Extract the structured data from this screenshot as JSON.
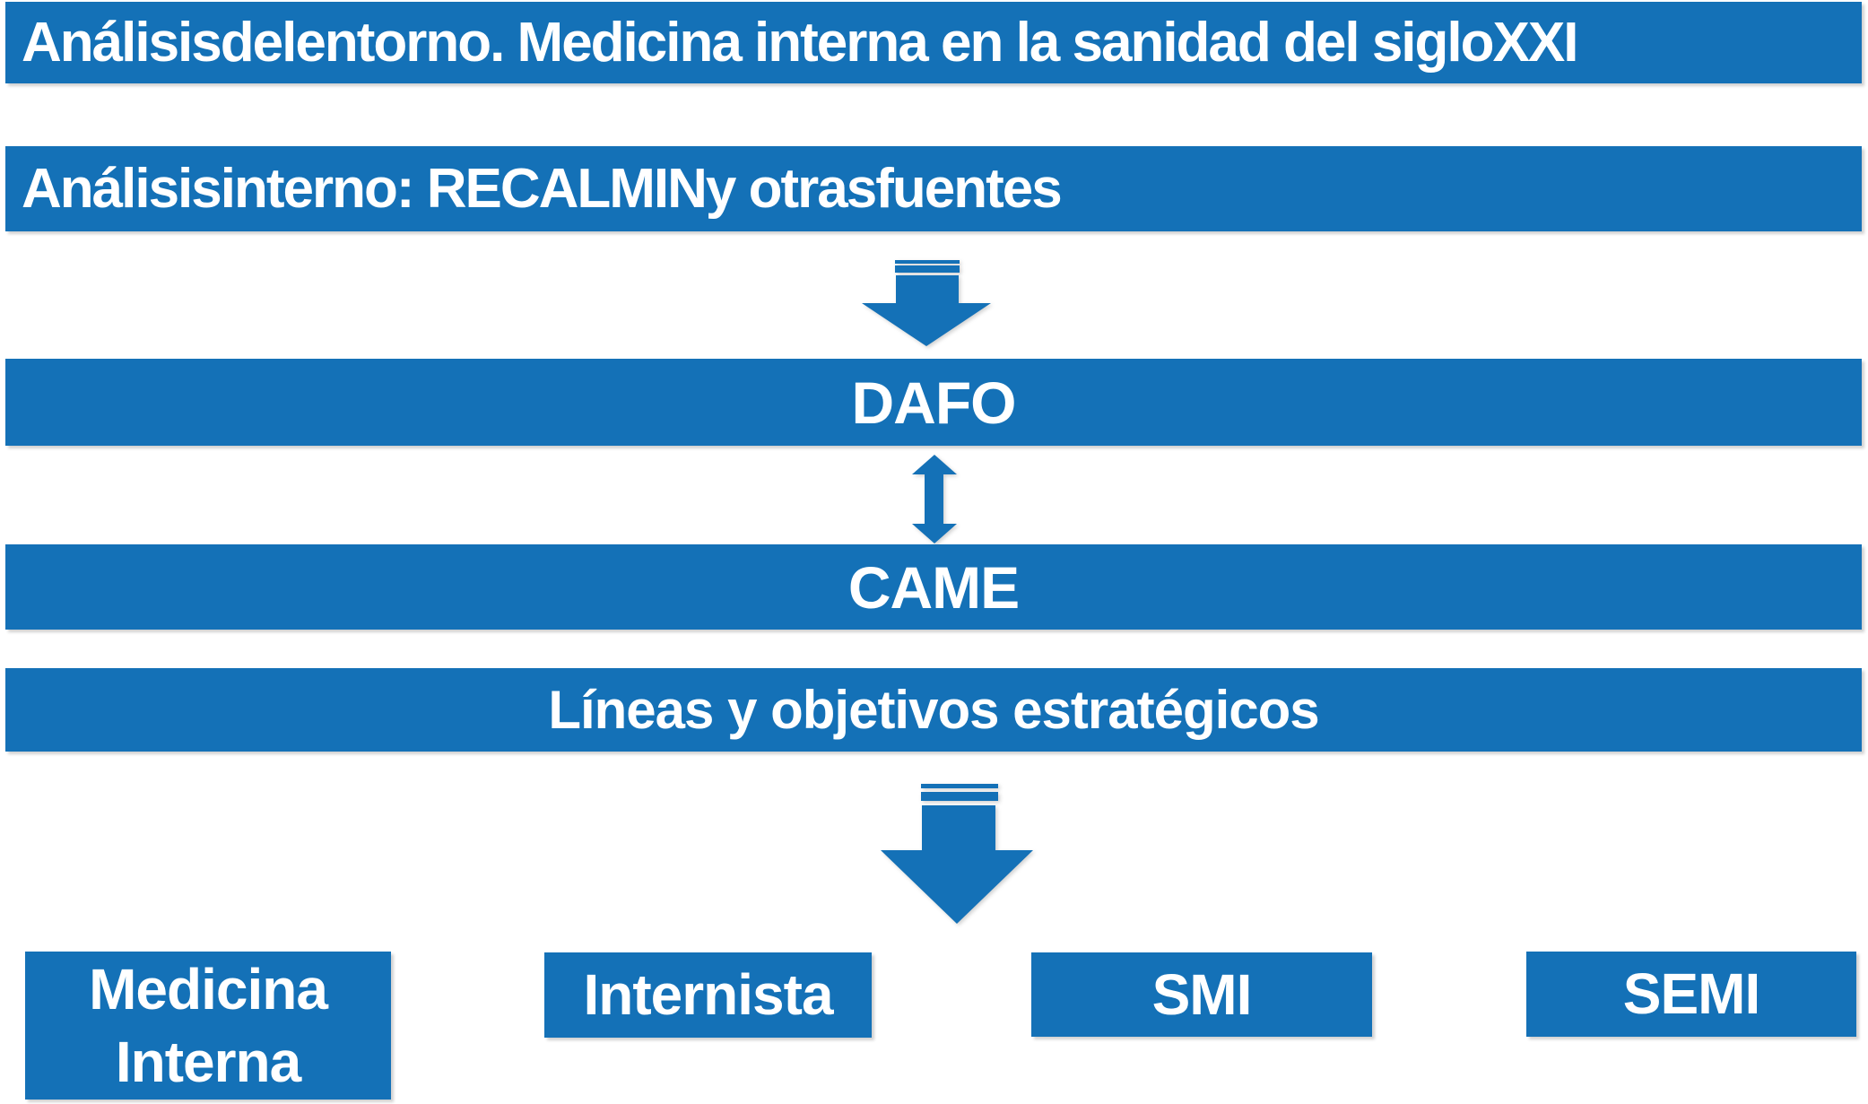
{
  "figure": {
    "type": "strategic-plan-flow-diagram",
    "language": "es"
  },
  "colors": {
    "bar_blue": "#1471b7",
    "text_white": "#ffffff"
  },
  "bars": {
    "entorno": "Análisisdelentorno. Medicina interna en la sanidad del sigloXXI",
    "interno": "Análisisinterno: RECALMINy otrasfuentes",
    "dafo": "DAFO",
    "came": "CAME",
    "lineas": "Líneas y objetivos estratégicos"
  },
  "icons": {
    "arrow_top": "striped-down-arrow",
    "arrow_middle": "double-vertical-arrow",
    "arrow_bottom": "striped-down-arrow"
  },
  "boxes": {
    "medicina_interna": "Medicina Interna",
    "internista": "Internista",
    "smi": "SMI",
    "semi": "SEMI"
  }
}
